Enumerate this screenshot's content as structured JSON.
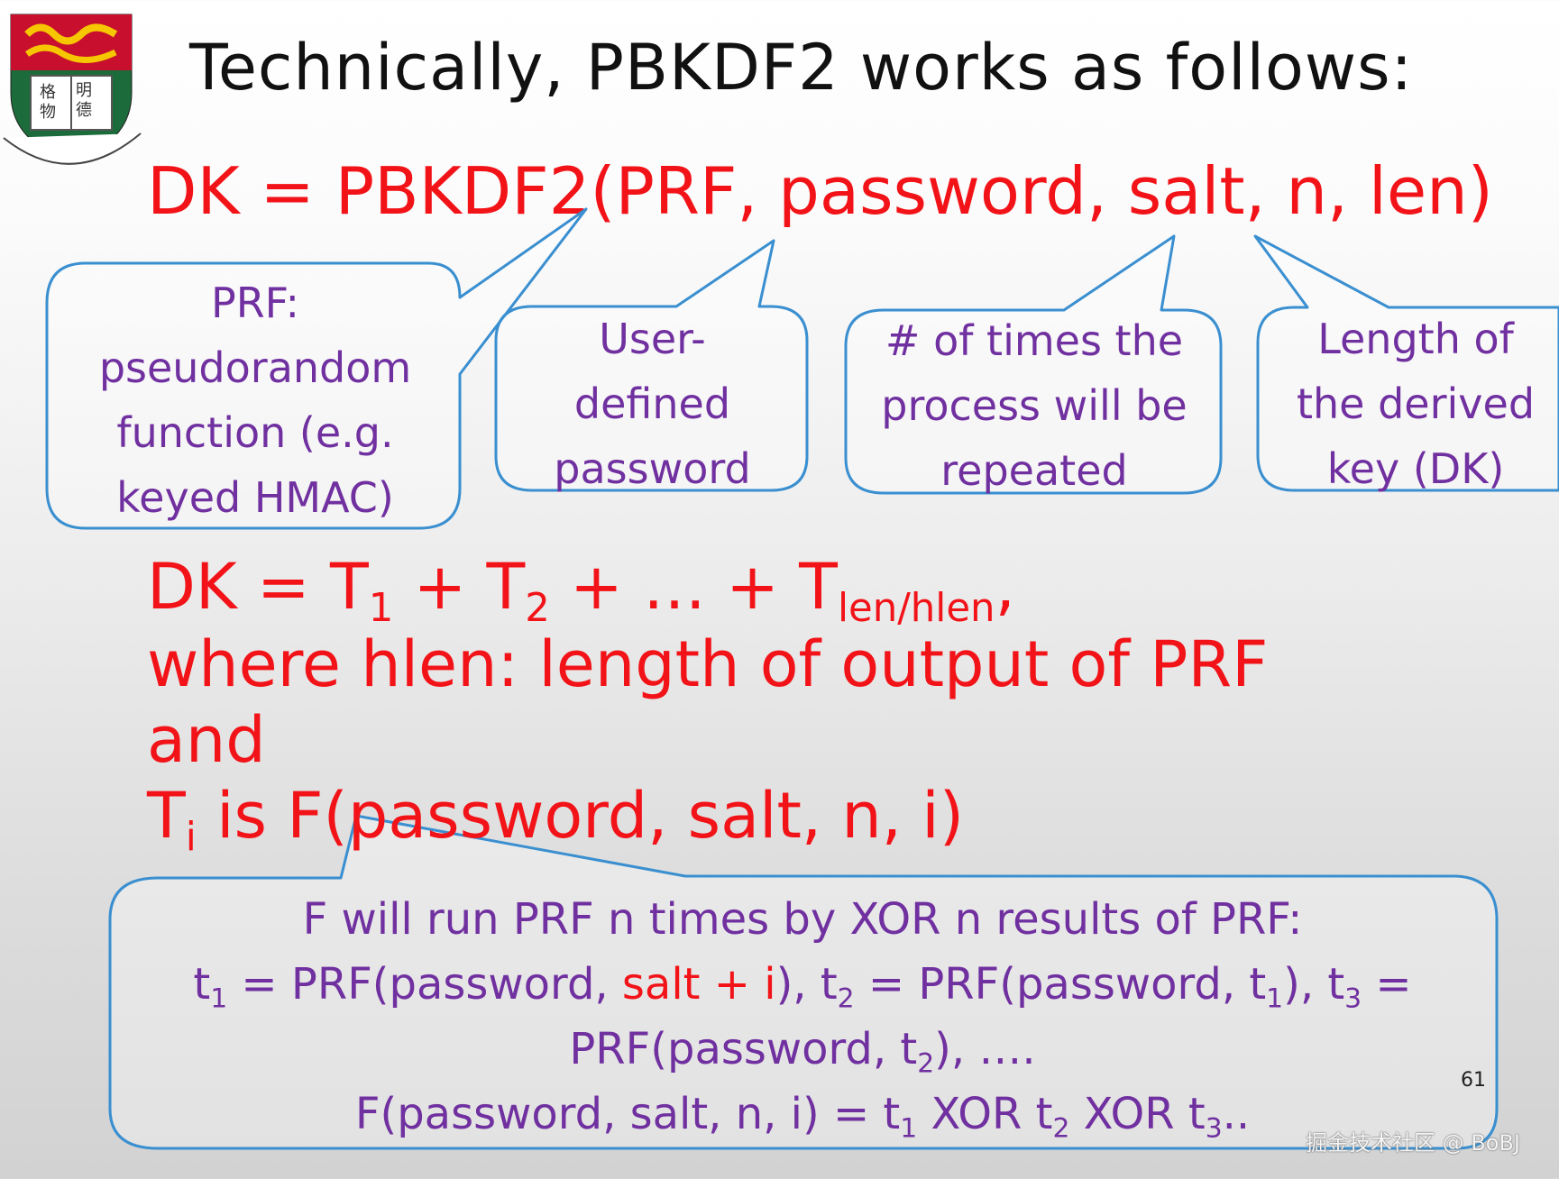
{
  "slide": {
    "title": "Technically, PBKDF2 works as follows:",
    "formula_main": "DK = PBKDF2(PRF, password, salt, n, len)",
    "callouts": {
      "prf": [
        "PRF:",
        "pseudorandom",
        "function (e.g.",
        "keyed HMAC)"
      ],
      "password": [
        "User-",
        "defined",
        "password"
      ],
      "n": [
        "# of times the",
        "process will be",
        "repeated"
      ],
      "len": [
        "Length of",
        "the derived",
        "key (DK)"
      ]
    },
    "dk_line": {
      "prefix": "DK = T",
      "sub1": "1",
      "plus1": " + T",
      "sub2": "2",
      "middle": " + … + T",
      "sub3": "len/hlen",
      "suffix": ","
    },
    "where_line": "where hlen: length of output of PRF",
    "and_line": "and",
    "ti_line": {
      "prefix": "T",
      "sub": "i",
      "rest": " is F(password, salt, n, i)"
    },
    "bottom": {
      "line1": "F will run PRF n times by XOR n results of PRF:",
      "line2": {
        "t1": "t",
        "t1_sub": "1",
        "eq1": " = PRF(password, ",
        "salt_i": "salt + i",
        "close1": "), t",
        "t2_sub": "2",
        "eq2": " = PRF(password, t",
        "t1b_sub": "1",
        "close2": "), t",
        "t3_sub": "3",
        "eq3": " ="
      },
      "line3": {
        "a": "PRF(password, t",
        "sub": "2",
        "b": "), …."
      },
      "line4": {
        "a": "F(password, salt, n, i) = t",
        "sub1": "1",
        "b": " XOR t",
        "sub2": "2",
        "c": " XOR t",
        "sub3": "3",
        "d": ".."
      }
    },
    "page_number": "61",
    "watermark": "掘金技术社区 @ BoBJ",
    "colors": {
      "formula": "#f21318",
      "callout_text": "#7030a0",
      "callout_border": "#3a8fd0"
    }
  }
}
